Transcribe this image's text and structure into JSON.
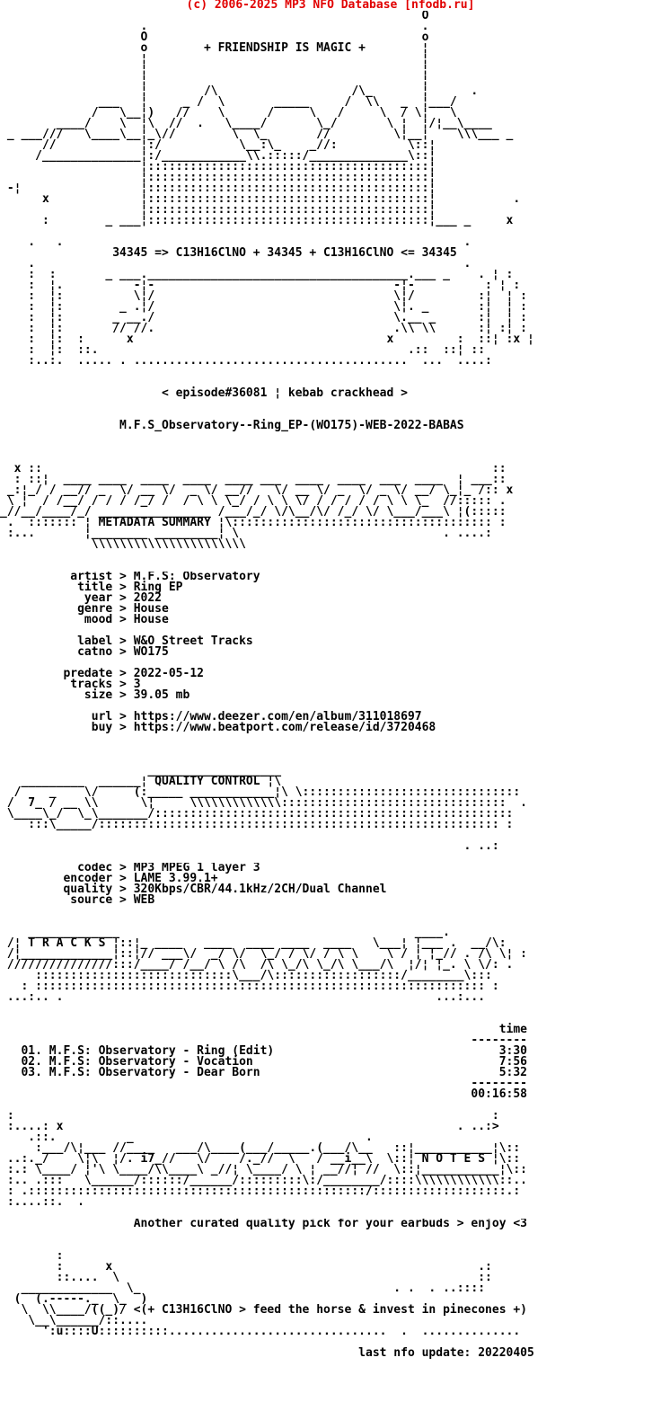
{
  "page": {
    "background": "#ffffff",
    "text_color": "#000000",
    "accent_red": "#e10000"
  },
  "header": {
    "copyright": "(c) 2006-2025 MP3 NFO Database [nfodb.ru]"
  },
  "release": {
    "scene_banner": "+ FRIENDSHIP IS MAGIC +",
    "formula_line": "34345 => C13H16ClNO + 34345 + C13H16ClNO <= 34345",
    "episode_line": "< episode#36081 ¦ kebab crackhead >",
    "dirname": "M.F.S_Observatory--Ring_EP-(WO175)-WEB-2022-BABAS"
  },
  "metadata": {
    "section_title": "METADATA SUMMARY",
    "fields": {
      "artist": "M.F.S: Observatory",
      "title": "Ring EP",
      "year": "2022",
      "genre": "House",
      "mood": "House",
      "label": "W&O Street Tracks",
      "catno": "WO175",
      "predate": "2022-05-12",
      "tracks": "3",
      "size": "39.05 mb",
      "url": "https://www.deezer.com/en/album/311018697",
      "buy": "https://www.beatport.com/release/id/3720468"
    }
  },
  "quality": {
    "section_title": "QUALITY CONTROL",
    "fields": {
      "codec": "MP3 MPEG 1 layer 3",
      "encoder": "LAME 3.99.1+",
      "quality": "320Kbps/CBR/44.1kHz/2CH/Dual Channel",
      "source": "WEB"
    }
  },
  "tracks": {
    "section_title": "T R A C K S",
    "time_column": "time",
    "list": [
      {
        "no": "01",
        "artist": "M.F.S: Observatory",
        "title": "Ring (Edit)",
        "time": "3:30"
      },
      {
        "no": "02",
        "artist": "M.F.S: Observatory",
        "title": "Vocation",
        "time": "7:56"
      },
      {
        "no": "03",
        "artist": "M.F.S: Observatory",
        "title": "Dear Born",
        "time": "5:32"
      }
    ],
    "total_time": "00:16:58"
  },
  "notes": {
    "section_title": "N O T E S",
    "text": "Another curated quality pick for your earbuds > enjoy <3",
    "tagline": "<(+ C13H16ClNO > feed the horse & invest in pinecones +)"
  },
  "footer": {
    "last_update": "last nfo update: 20220405"
  },
  "ascii": {
    "scene": [
      "                                                            O",
      "                    .                                       .",
      "                    O                                       o",
      "                    o        + FRIENDSHIP IS MAGIC +        ¦",
      "                    ¦                                       ¦",
      "                    ¦                                       ¦",
      "                    ¦                                       ¦",
      "                    ¦        /\\                   /\\_       ¦      .",
      "              ___   ¦     _ /  \\       _____     /  \\\\   _  ¦___/",
      "             /   \\__¦)   //    \\      /     \\   /     \\  / \\¦   \\",
      "        ____/    \\  ¦\\  //  .   \\____/       \\_/       \\ ¦  ¦/¦__\\____",
      " _ ___///   \\____\\__¦_\\//        \\  \\_       //         \\¦__¦    \\\\\\___ _",
      "      //            ¦:/           \\__:\\_    _//:          \\::¦",
      "     /______________¦:/____________\\\\.:::::/______________\\::¦",
      "                    ¦::::::::::::::::::::::::::::::::::::::::¦",
      "                    ¦::::::::::::::::::::::::::::::::::::::::¦",
      " -¦                 ¦::::::::::::::::::::::::::::::::::::::::¦",
      "      x             ¦::::::::::::::::::::::::::::::::::::::::¦           .",
      "                    ¦::::::::::::::::::::::::::::::::::::::::¦",
      "      :        _ ___¦::::::::::::::::::::::::::::::::::::::::¦___ _     x",
      "",
      "    .   .                                                         .",
      "                34345 => C13H16ClNO + 34345 + C13H16ClNO <= 34345",
      "    .                                                             .",
      "    :  :       _ ___._____________________________________.___ _    . ¦ :",
      "    :  ¦.          -¦-                                  -¦-          : ¦ :",
      "    :  ¦:          \\¦/                                  \\¦/         :¦  ¦ :",
      "    :  ¦:        _ .¦/                                  \\¦. _       :¦  ¦ :",
      "    :  ¦:       _ __./                                  \\.__ _      :¦  ¦ :",
      "    :  ¦:       // //.                                  .\\\\ \\\\      :¦ :¦ :",
      "    :  ¦:  :      x                                    x         :  ::¦ :x ¦",
      "    :  ¦:  ::.                                            .::  ::¦ ::",
      "    :..:.  ..... . .......................................  ...  ....:"
    ],
    "release_block": [
      "",
      "",
      "                       < episode#36081 ¦ kebab crackhead >",
      "",
      "",
      "                 M.F.S_Observatory--Ring_EP-(WO175)-WEB-2022-BABAS",
      "",
      ""
    ],
    "metadata_logo": [
      "",
      "  x ::                                                                ::",
      "  : ::¦  ____ ____  ____  ____  ____ ___  ____  ____  ___  ____  ¦ ___::",
      " _:¦_/ / __// _  \\/ __ \\/  _ \\/ __//   \\/ __ \\/ _  \\/ _ \\/ __/ \\_¦_ /:: x",
      " \\ ¦  / /__/ / / / /_/ /  / \\ \\ \\_/ / \\ \\ \\/ / / / / / \\ \\ \\_  //::::: .",
      "_//__/____/_/ ________________ /___/_/ \\/\\__/\\/ /_/ \\/ \\___/___\\ ¦(:::::",
      " .  ::::::: ¦ METADATA SUMMARY ¦\\::::::::::::::::::::::::::::::::::::: :",
      " :...       ¦________ _________¦ \\                             . ....:",
      "             \\\\\\\\\\\\\\\\\\\\\\\\\\\\\\\\\\\\\\\\\\\\",
      "",
      ""
    ],
    "metadata_fields": [
      "          artist > M.F.S: Observatory",
      "           title > Ring EP",
      "            year > 2022",
      "           genre > House",
      "            mood > House",
      "",
      "           label > W&O Street Tracks",
      "           catno > WO175",
      "",
      "         predate > 2022-05-12",
      "          tracks > 3",
      "            size > 39.05 mb",
      "",
      "             url > https://www.deezer.com/en/album/311018697",
      "             buy > https://www.beatport.com/release/id/3720468"
    ],
    "quality_logo": [
      "",
      "",
      "",
      "                     ___________________",
      "   _________  ______¦ QUALITY CONTROL ¦\\",
      "  /    _    \\/     (:_____ ____________¦\\ \\:::::::::::::::::::::::::::::::",
      " /  7_ / __ \\\\      \\¦     \\\\\\\\\\\\\\\\\\\\\\\\\\::::::::::::::::::::::::::::::::  .",
      " \\____\\_/  \\_\\_______/:::::::::::::::::::::::::::::::::::::::::::::::::::",
      "    :::\\_____/::::::::::::::::::::::::::::::::::::::::::::::::::::::::: :",
      "",
      "                                                                  . ..:",
      ""
    ],
    "quality_fields": [
      "           codec > MP3 MPEG 1 layer 3",
      "         encoder > LAME 3.99.1+",
      "         quality > 320Kbps/CBR/44.1kHz/2CH/Dual Channel",
      "          source > WEB",
      ""
    ],
    "tracks_logo": [
      "",
      "    _____________                                          ____.",
      " /¦ T R A C K S ¦::¦_ ____   ____  ____ ____  ____   \\___¦ ¦___ .  __/\\:",
      " /¦_____________¦::¦// ___\\/  _/ \\/  \\_/ / \\/ / \\ \\    \\ / ¦ ¦_// . /\\ \\¦ :",
      " ///////////////:::/____/ /__/ \\ /\\  /\\ \\_/\\ \\_/\\ \\___/\\  ¦/¦ ¦_. \\ \\/: .",
      "     ::::::::::::::::::::::::::::\\___/\\::::::::::::::::::/________\\:::",
      "   : :::::::::::::::::::::::::::::::::::::::::::::::::::::::::::::::: :",
      " ...:.. .                                                     ...:...",
      ""
    ],
    "track_table": [
      "",
      "                                                                       time",
      "                                                                   --------",
      "   01. M.F.S: Observatory - Ring (Edit)                                3:30",
      "   02. M.F.S: Observatory - Vocation                                   7:56",
      "   03. M.F.S: Observatory - Dear Born                                  5:32",
      "                                                                   --------",
      "                                                                   00:16:58",
      ""
    ],
    "notes_logo": [
      " :                                                                    :",
      " :....: x                                                        . ..:>",
      "    .::.          _                                 .",
      "     :___/\\¦___ //____   ___/\\____(___/_____.(___/\\__   ::¦___________¦\\::",
      " ..:._/    \\¦\\  ¦/. i7_//   \\/    /._//  \\   / __i__\\  \\::¦ N O T E S ¦\\::",
      " :.: \\____/ ¦'\\ \\____/\\\\____\\ _//¦ \\____/ \\ ¦ __//¦ //  \\::¦___________¦\\::",
      " :.. .:::   \\______/::::::/______/:::::::::\\:/________/::::\\\\\\\\\\\\\\\\\\\\\\\\::..",
      " : .::::::::::::::::::::::::::::::::::::::::::::::::/:::::::::::::::::::.:",
      " :....::.  .",
      ""
    ],
    "notes_line": [
      "                   Another curated quality pick for your earbuds > enjoy <3",
      ""
    ],
    "horse": [
      "",
      "        :",
      "        :      x                                                    .:",
      "        ::....  \\                                                   ::",
      "   _____________  \\_                                    . .  . ..::::",
      "  (  (.-----._  \\_  )",
      "   \\  \\\\____/((_)/ <(+ C13H16ClNO > feed the horse & invest in pinecones +)",
      "    \\__\\______/::....",
      "      ':u::::U::::::::::...............................  .  .............."
    ],
    "update_line": [
      "",
      "                                                   last nfo update: 20220405",
      "",
      "",
      "",
      ""
    ]
  }
}
